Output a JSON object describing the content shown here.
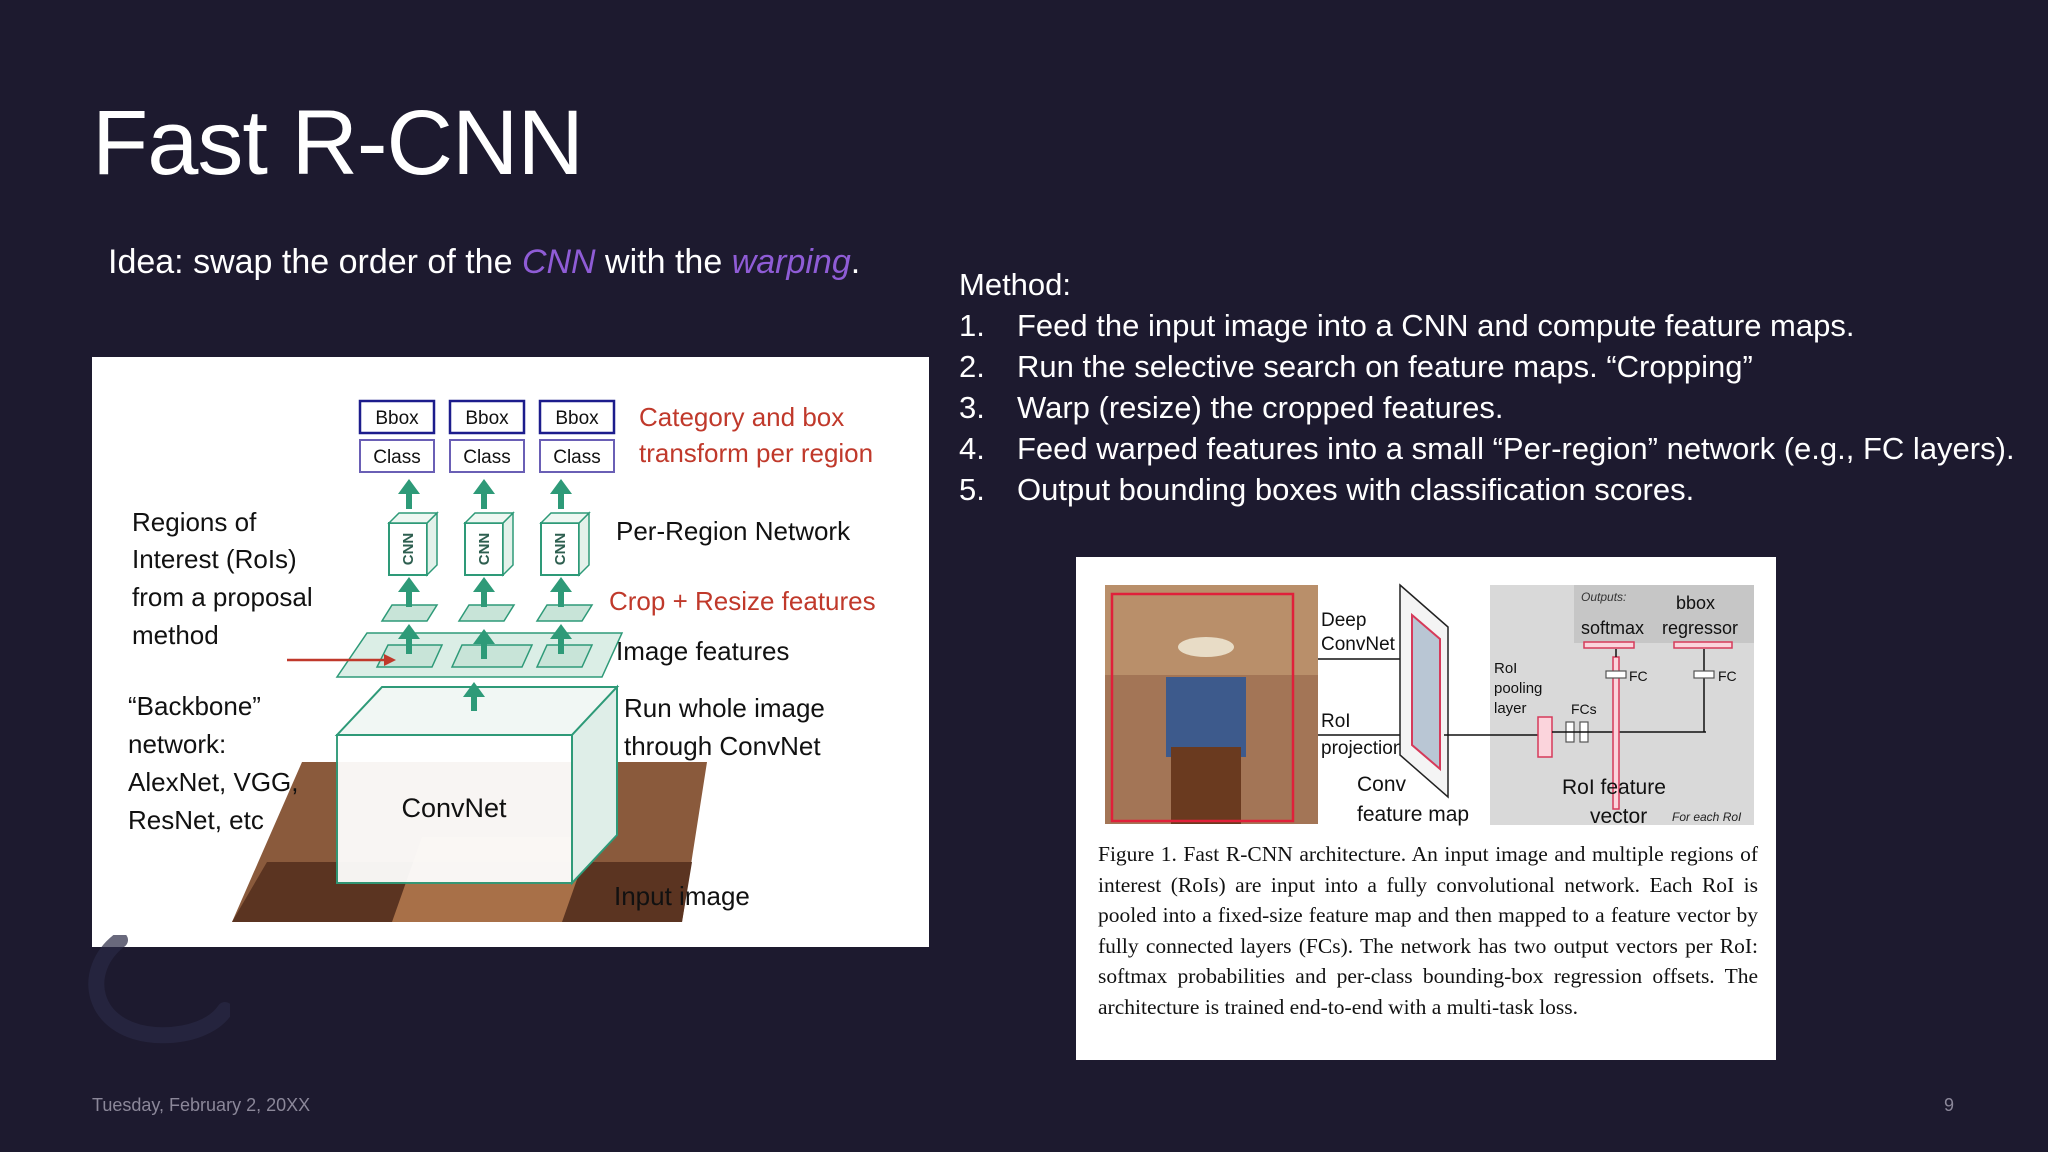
{
  "title": "Fast R-CNN",
  "idea": {
    "prefix": "Idea: swap the order of the ",
    "term1": "CNN",
    "middle": " with the ",
    "term2": "warping",
    "suffix": "."
  },
  "method": {
    "heading": "Method:",
    "steps": [
      {
        "num": "1.",
        "text": "Feed the input image into a CNN and compute feature maps."
      },
      {
        "num": "2.",
        "text": "Run the selective search on feature maps. “Cropping”"
      },
      {
        "num": "3.",
        "text": "Warp (resize) the cropped features."
      },
      {
        "num": "4.",
        "text": "Feed warped features into a small “Per-region” network (e.g., FC layers)."
      },
      {
        "num": "5.",
        "text": "Output bounding boxes with classification scores."
      }
    ]
  },
  "figure_left": {
    "bbox": "Bbox",
    "class": "Class",
    "cnn": "CNN",
    "category_line1": "Category and box",
    "category_line2": "transform per region",
    "per_region": "Per-Region Network",
    "crop": "Crop + Resize features",
    "image_features": "Image features",
    "run_line1": "Run whole image",
    "run_line2": "through ConvNet",
    "input_image": "Input image",
    "convnet": "ConvNet",
    "regions_line1": "Regions of",
    "regions_line2": "Interest (RoIs)",
    "regions_line3": "from a proposal",
    "regions_line4": "method",
    "backbone_line1": "“Backbone”",
    "backbone_line2": "network:",
    "backbone_line3": "AlexNet, VGG,",
    "backbone_line4": "ResNet, etc"
  },
  "figure_right": {
    "deep": "Deep",
    "convnet": "ConvNet",
    "roi": "RoI",
    "projection": "projection",
    "conv": "Conv",
    "feature_map": "feature map",
    "roi_pooling_1": "RoI",
    "roi_pooling_2": "pooling",
    "roi_pooling_3": "layer",
    "fcs": "FCs",
    "outputs": "Outputs:",
    "softmax": "softmax",
    "bbox": "bbox",
    "regressor": "regressor",
    "fc": "FC",
    "roi_feature": "RoI feature",
    "vector": "vector",
    "for_each_roi": "For each RoI",
    "caption": "Figure 1. Fast R-CNN architecture. An input image and multiple regions of interest (RoIs) are input into a fully convolutional network. Each RoI is pooled into a fixed-size feature map and then mapped to a feature vector by fully connected layers (FCs). The network has two output vectors per RoI: softmax probabilities and per-class bounding-box regression offsets. The architecture is trained end-to-end with a multi-task loss."
  },
  "footer": {
    "date": "Tuesday, February 2, 20XX",
    "page": "9"
  },
  "colors": {
    "background": "#1d1a2f",
    "accent_purple": "#8f5cd6",
    "figure_red": "#c0392b",
    "arrow_green": "#2e9a78",
    "box_navy": "#1c1c8c"
  }
}
